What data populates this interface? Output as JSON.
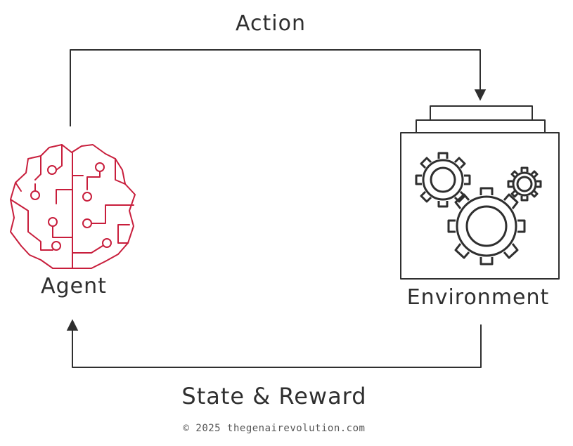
{
  "labels": {
    "action": "Action",
    "state_reward": "State & Reward",
    "agent": "Agent",
    "environment": "Environment"
  },
  "footer": {
    "copyright": "© 2025 thegenairevolution.com"
  },
  "icons": {
    "agent": "brain-circuit-icon",
    "environment": "gears-icon"
  },
  "colors": {
    "ink": "#2f2f2f",
    "agent_accent": "#c81e3c",
    "footer": "#555555"
  }
}
